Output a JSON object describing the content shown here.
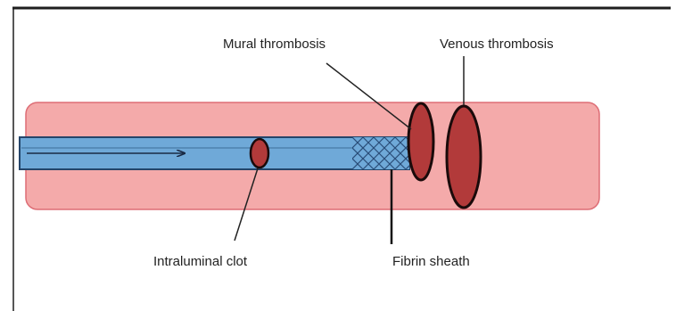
{
  "labels": {
    "mural_thrombosis": "Mural thrombosis",
    "venous_thrombosis": "Venous thrombosis",
    "intraluminal_clot": "Intraluminal clot",
    "fibrin_sheath": "Fibrin sheath"
  },
  "colors": {
    "vessel_fill": "#f4aaaa",
    "vessel_stroke": "#dd6d75",
    "catheter_fill": "#6fa9d8",
    "catheter_stroke": "#24456a",
    "clot_fill": "#b23a3a",
    "clot_stroke": "#1a0a0a",
    "frame_stroke": "#1e1e1e"
  },
  "icons": {
    "flow_arrow": "arrow-right-icon",
    "fibrin_mesh": "crosshatch-mesh-icon"
  }
}
